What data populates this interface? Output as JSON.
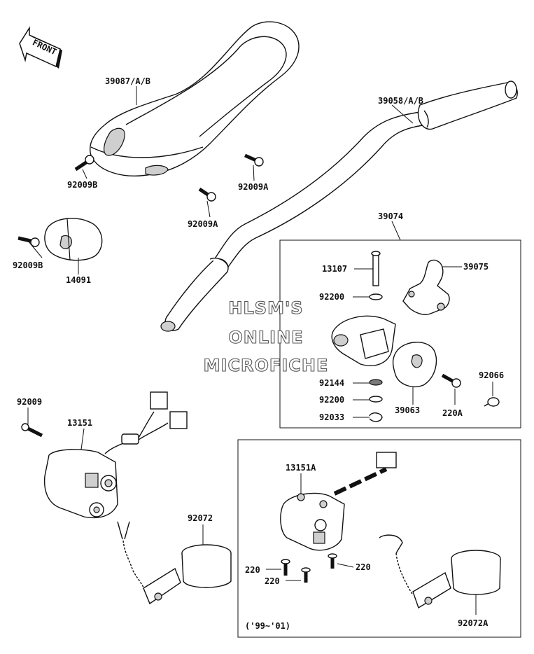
{
  "front_arrow": "FRONT",
  "watermark": [
    "HLSM'S",
    "ONLINE",
    "MICROFICHE"
  ],
  "parts": {
    "p39087": "39087/A/B",
    "p39058": "39058/A/B",
    "p92009B_a": "92009B",
    "p92009A_a": "92009A",
    "p92009A_b": "92009A",
    "p92009B_b": "92009B",
    "p14091": "14091",
    "p39074": "39074",
    "p13107": "13107",
    "p39075": "39075",
    "p92200_a": "92200",
    "p92144": "92144",
    "p92200_b": "92200",
    "p92033": "92033",
    "p39063": "39063",
    "p220A": "220A",
    "p92066": "92066",
    "p92009": "92009",
    "p13151": "13151",
    "p92072": "92072",
    "p13151A": "13151A",
    "p220_a": "220",
    "p220_b": "220",
    "p220_c": "220",
    "p92072A": "92072A"
  },
  "year_note": "('99~'01)"
}
